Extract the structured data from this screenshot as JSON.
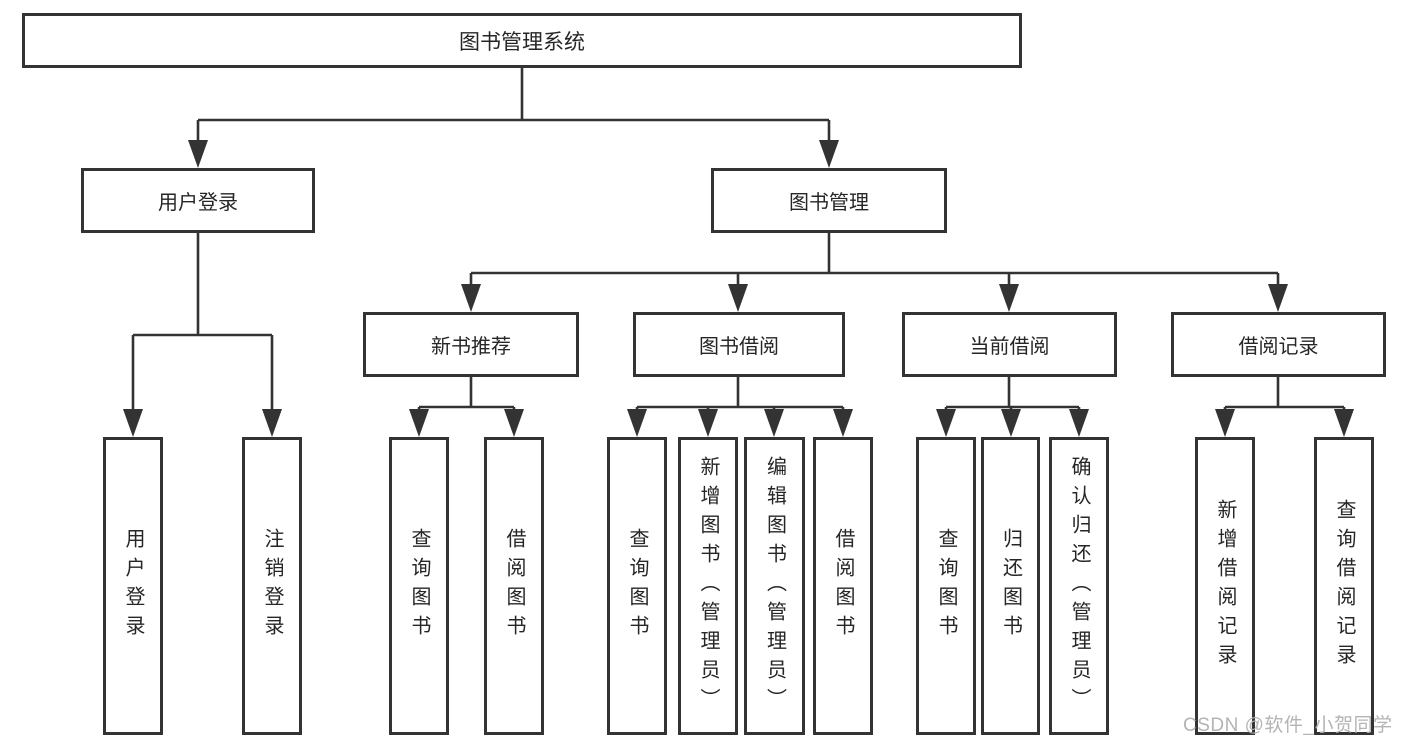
{
  "nodes": {
    "root": {
      "label": "图书管理系统"
    },
    "level1": [
      {
        "label": "用户登录"
      },
      {
        "label": "图书管理"
      }
    ],
    "level2": [
      {
        "label": "新书推荐"
      },
      {
        "label": "图书借阅"
      },
      {
        "label": "当前借阅"
      },
      {
        "label": "借阅记录"
      }
    ],
    "leaves": [
      {
        "label": "用户登录"
      },
      {
        "label": "注销登录"
      },
      {
        "label": "查询图书"
      },
      {
        "label": "借阅图书"
      },
      {
        "label": "查询图书"
      },
      {
        "label": "新增图书（管理员）"
      },
      {
        "label": "编辑图书（管理员）"
      },
      {
        "label": "借阅图书"
      },
      {
        "label": "查询图书"
      },
      {
        "label": "归还图书"
      },
      {
        "label": "确认归还（管理员）"
      },
      {
        "label": "新增借阅记录"
      },
      {
        "label": "查询借阅记录"
      }
    ]
  },
  "watermark": {
    "text": "CSDN @软件_小贺同学"
  },
  "colors": {
    "line": "#333333",
    "border": "#333333",
    "text": "#262626",
    "background": "#ffffff",
    "watermark": "#b0b0b0"
  }
}
